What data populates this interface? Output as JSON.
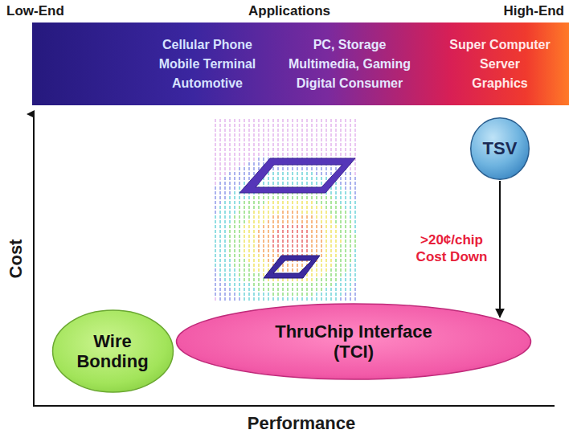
{
  "diagram": {
    "nodes": [
      {
        "text": [
          "TSV"
        ]
      },
      {
        "text": [
          "ThruChip Interface (TCI)"
        ]
      },
      {
        "text": [
          "Wire Bonding"
        ]
      }
    ],
    "edges": [
      {
        "from": 0,
        "to": 1,
        "arrow": "to",
        "label": ">20¢/chip Cost Down"
      }
    ],
    "labels": [
      "Low-End",
      "Applications",
      "High-End",
      "Cellular Phone",
      "Mobile Terminal",
      "Automotive",
      "PC, Storage",
      "Multimedia, Gaming",
      "Digital Consumer",
      "Super Computer",
      "Server",
      "Graphics",
      "Cost",
      "Performance"
    ]
  }
}
